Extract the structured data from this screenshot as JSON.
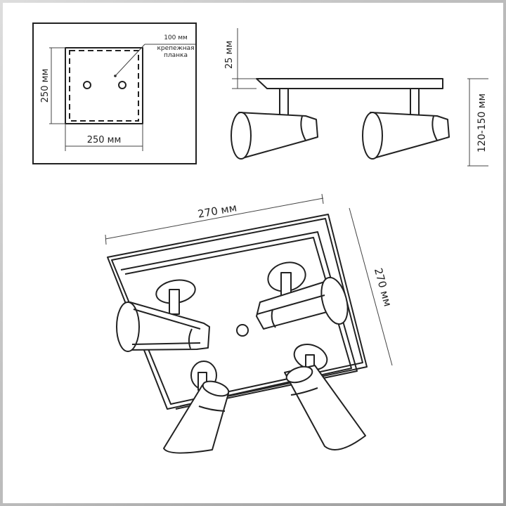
{
  "top_view": {
    "height_label": "250 мм",
    "width_label": "250 мм",
    "bracket_size_label": "100 мм",
    "bracket_label_line1": "крепежная",
    "bracket_label_line2": "планка"
  },
  "side_view": {
    "plate_thickness_label": "25 мм",
    "height_range_label": "120-150 мм"
  },
  "perspective_view": {
    "width_label": "270 мм",
    "depth_label": "270 мм"
  }
}
